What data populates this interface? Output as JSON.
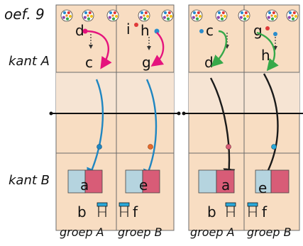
{
  "exercise_label": "oef. 9",
  "side_labels": {
    "a": "kant A",
    "b": "kant B"
  },
  "group_labels": [
    "groep A",
    "groep B",
    "groep A",
    "groep B"
  ],
  "colors": {
    "panel_fill": "#f8ddc2",
    "panel_light": "#f6e4d3",
    "grid_line": "#6b6b6b",
    "axis": "#111111",
    "arrow_magenta": "#e5137d",
    "arrow_blue": "#1f86c1",
    "arrow_green": "#37a94a",
    "arrow_black": "#1a1a1a",
    "box_blue": "#b5d4df",
    "box_red": "#d85c77",
    "stool_blue": "#29a8d9"
  },
  "panels": [
    {
      "letters_top": [
        "d",
        "c",
        "i",
        "h",
        "g"
      ],
      "letters_bottom": [
        "a",
        "b",
        "e",
        "f"
      ]
    },
    {
      "letters_top": [
        "c",
        "d",
        "g",
        "h"
      ],
      "letters_bottom": [
        "a",
        "b",
        "e",
        "f"
      ]
    }
  ]
}
